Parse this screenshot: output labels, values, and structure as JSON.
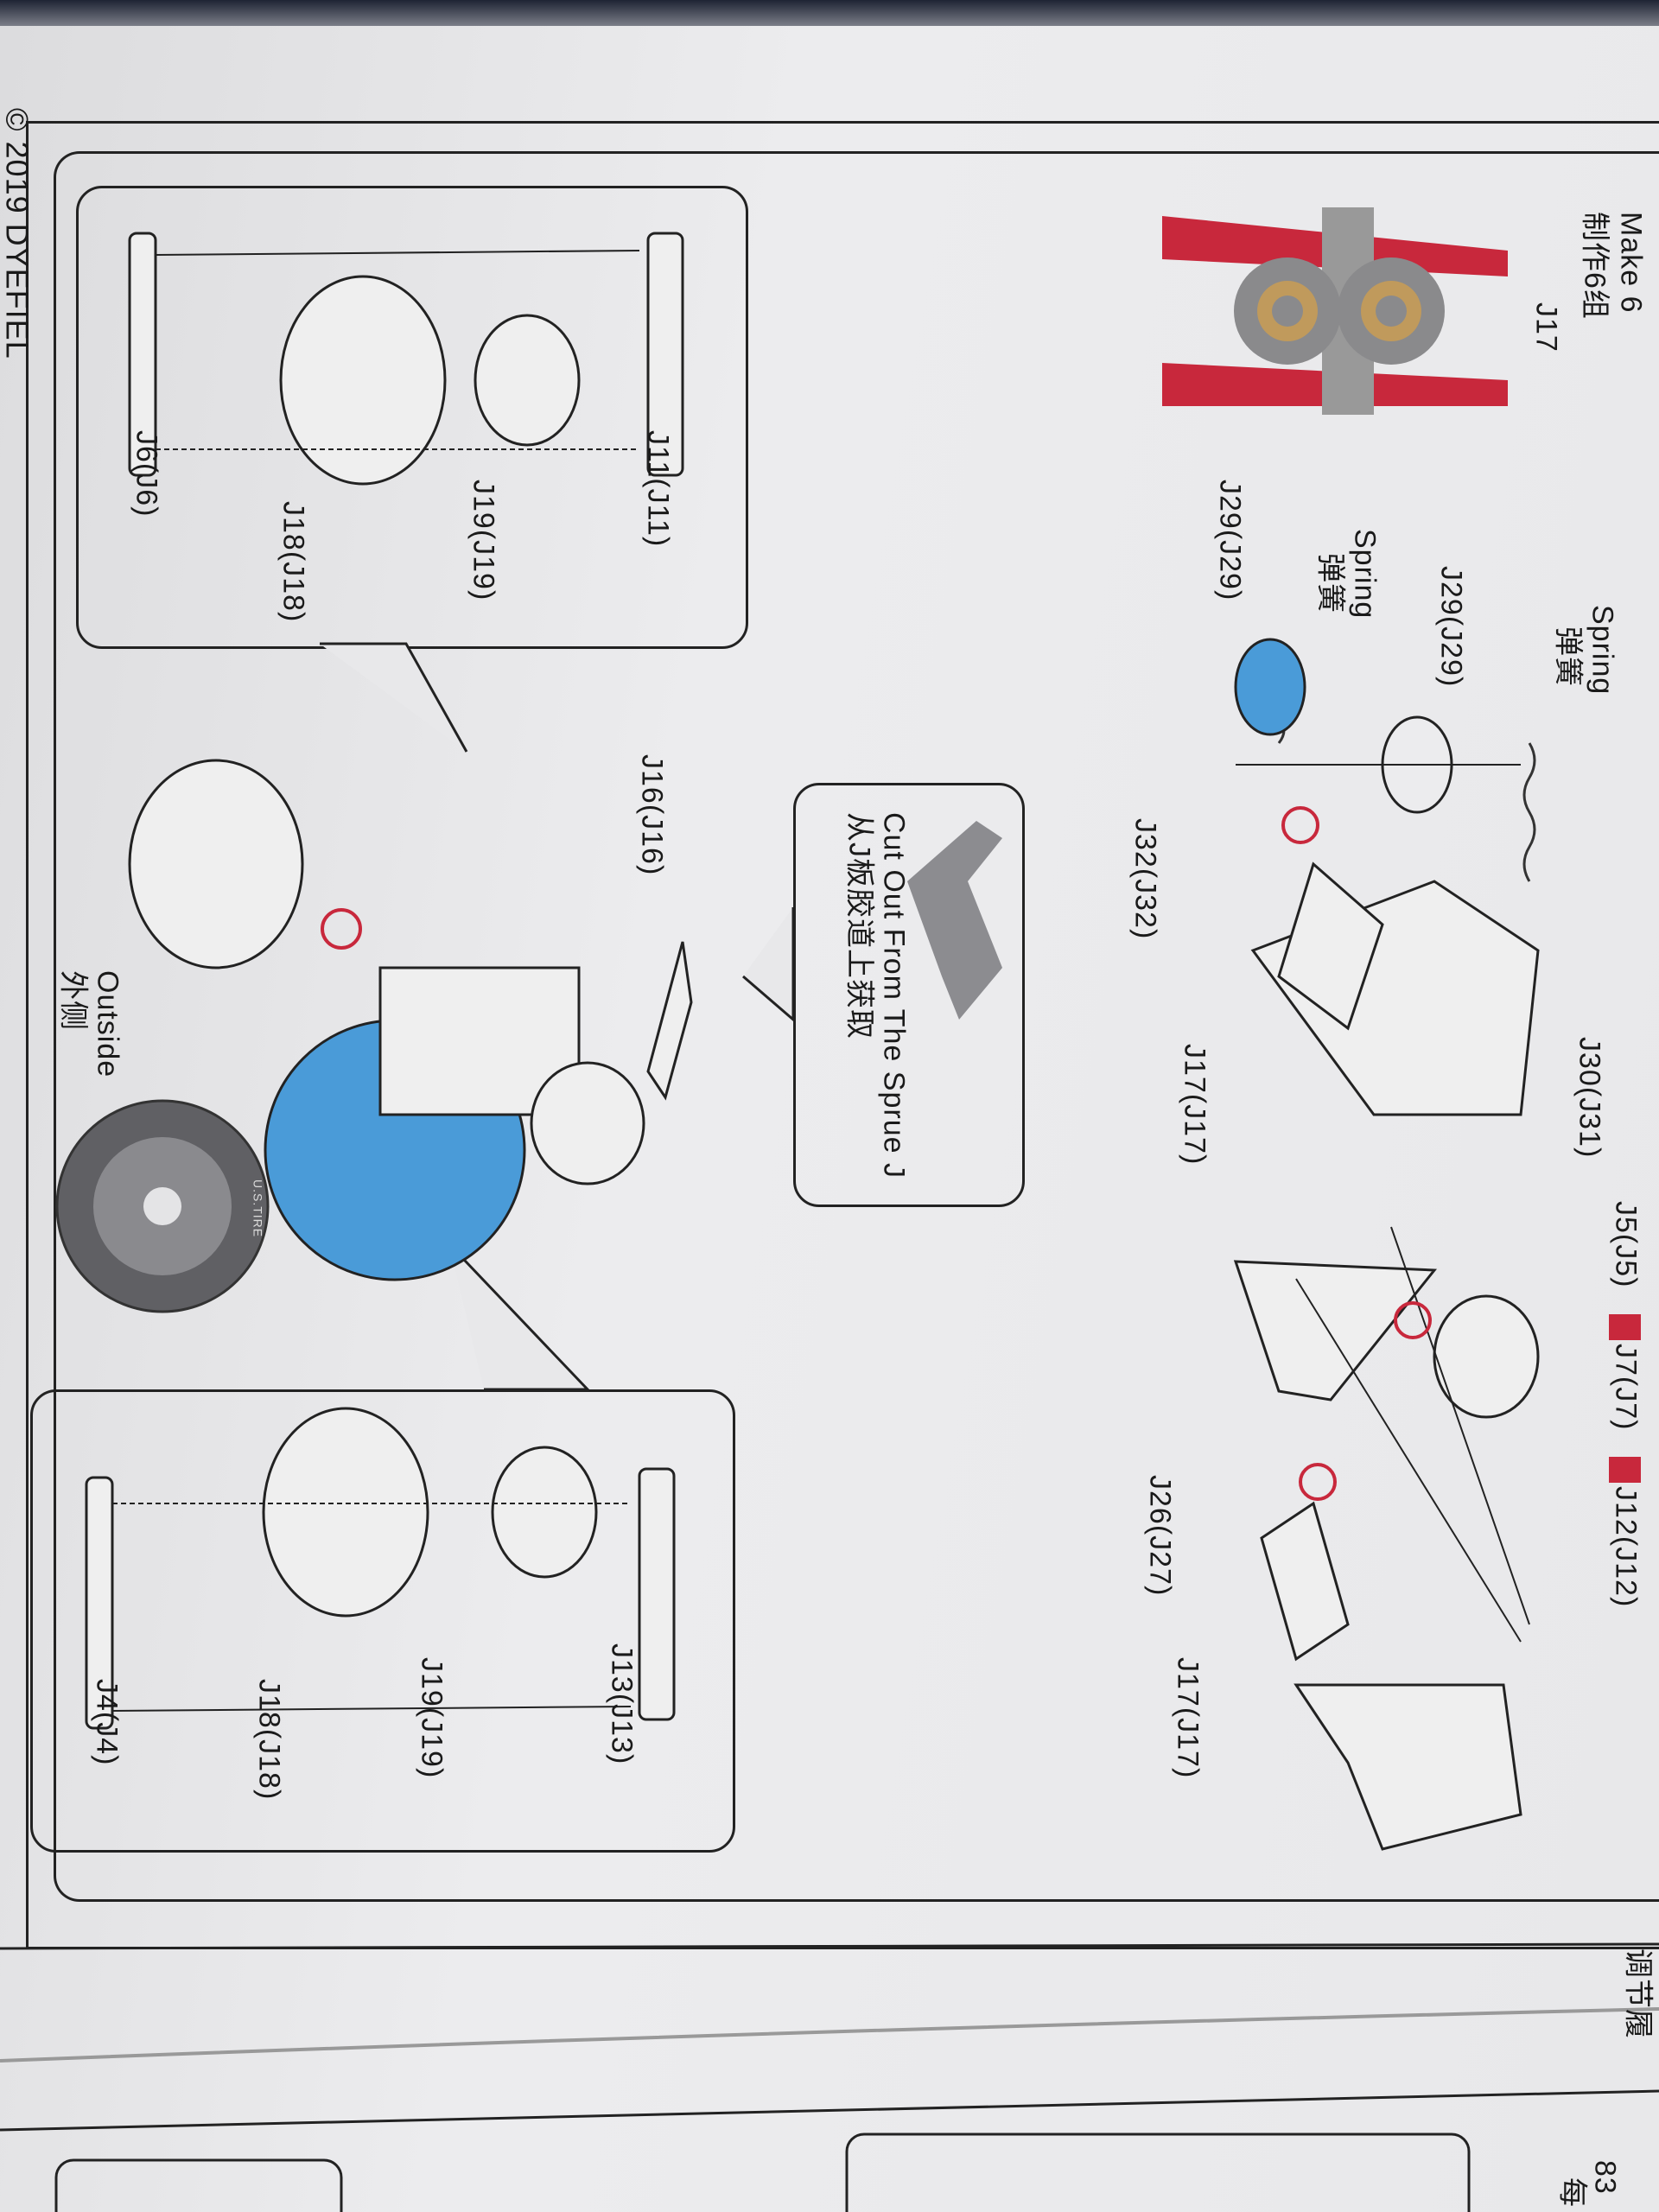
{
  "copyright": "© 2019 DYEFIEL",
  "make_count": {
    "en": "Make 6",
    "zh": "制作6组"
  },
  "top_part": {
    "label": "J17"
  },
  "springs": [
    {
      "en": "Spring",
      "zh": "弹簧",
      "part": "J29(J29)"
    },
    {
      "en": "Spring",
      "zh": "弹簧",
      "part": "J29(J29)"
    }
  ],
  "labels": {
    "j32": "J32(J32)",
    "j30": "J30(J31)",
    "j17_a": "J17(J17)",
    "j5": "J5(J5)",
    "j7": "J7(J7)",
    "j12": "J12(J12)",
    "j26": "J26(J27)",
    "j17_b": "J17(J17)",
    "j16": "J16(J16)"
  },
  "cutout": {
    "en": "Cut Out From The Sprue J",
    "zh": "从J板胶道上获取"
  },
  "callout_top": {
    "labels": [
      "J11(J11)",
      "J19(J19)",
      "J18(J18)",
      "J6(J6)"
    ]
  },
  "callout_bottom": {
    "labels": [
      "J13(J13)",
      "J19(J19)",
      "J18(J18)",
      "J4(J4)"
    ]
  },
  "outside": {
    "en": "Outside",
    "zh": "外侧"
  },
  "tire_text": "U.S.TIRE",
  "next_page": {
    "title": "调节履",
    "num": "83",
    "zh": "每"
  },
  "colors": {
    "accent_blue": "#4a9bd8",
    "accent_red": "#c8283c",
    "paper": "#e4e4e6"
  }
}
